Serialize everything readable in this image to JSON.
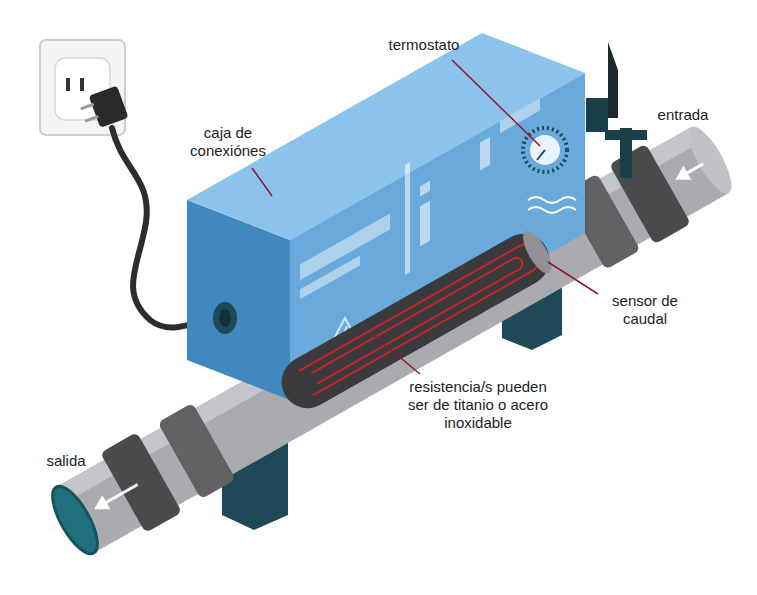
{
  "diagram": {
    "labels": [
      "termostato",
      "caja de conexiónes",
      "entrada",
      "sensor de caudal",
      "resistencia/s pueden ser de titanio o acero inoxidable",
      "salida"
    ]
  }
}
